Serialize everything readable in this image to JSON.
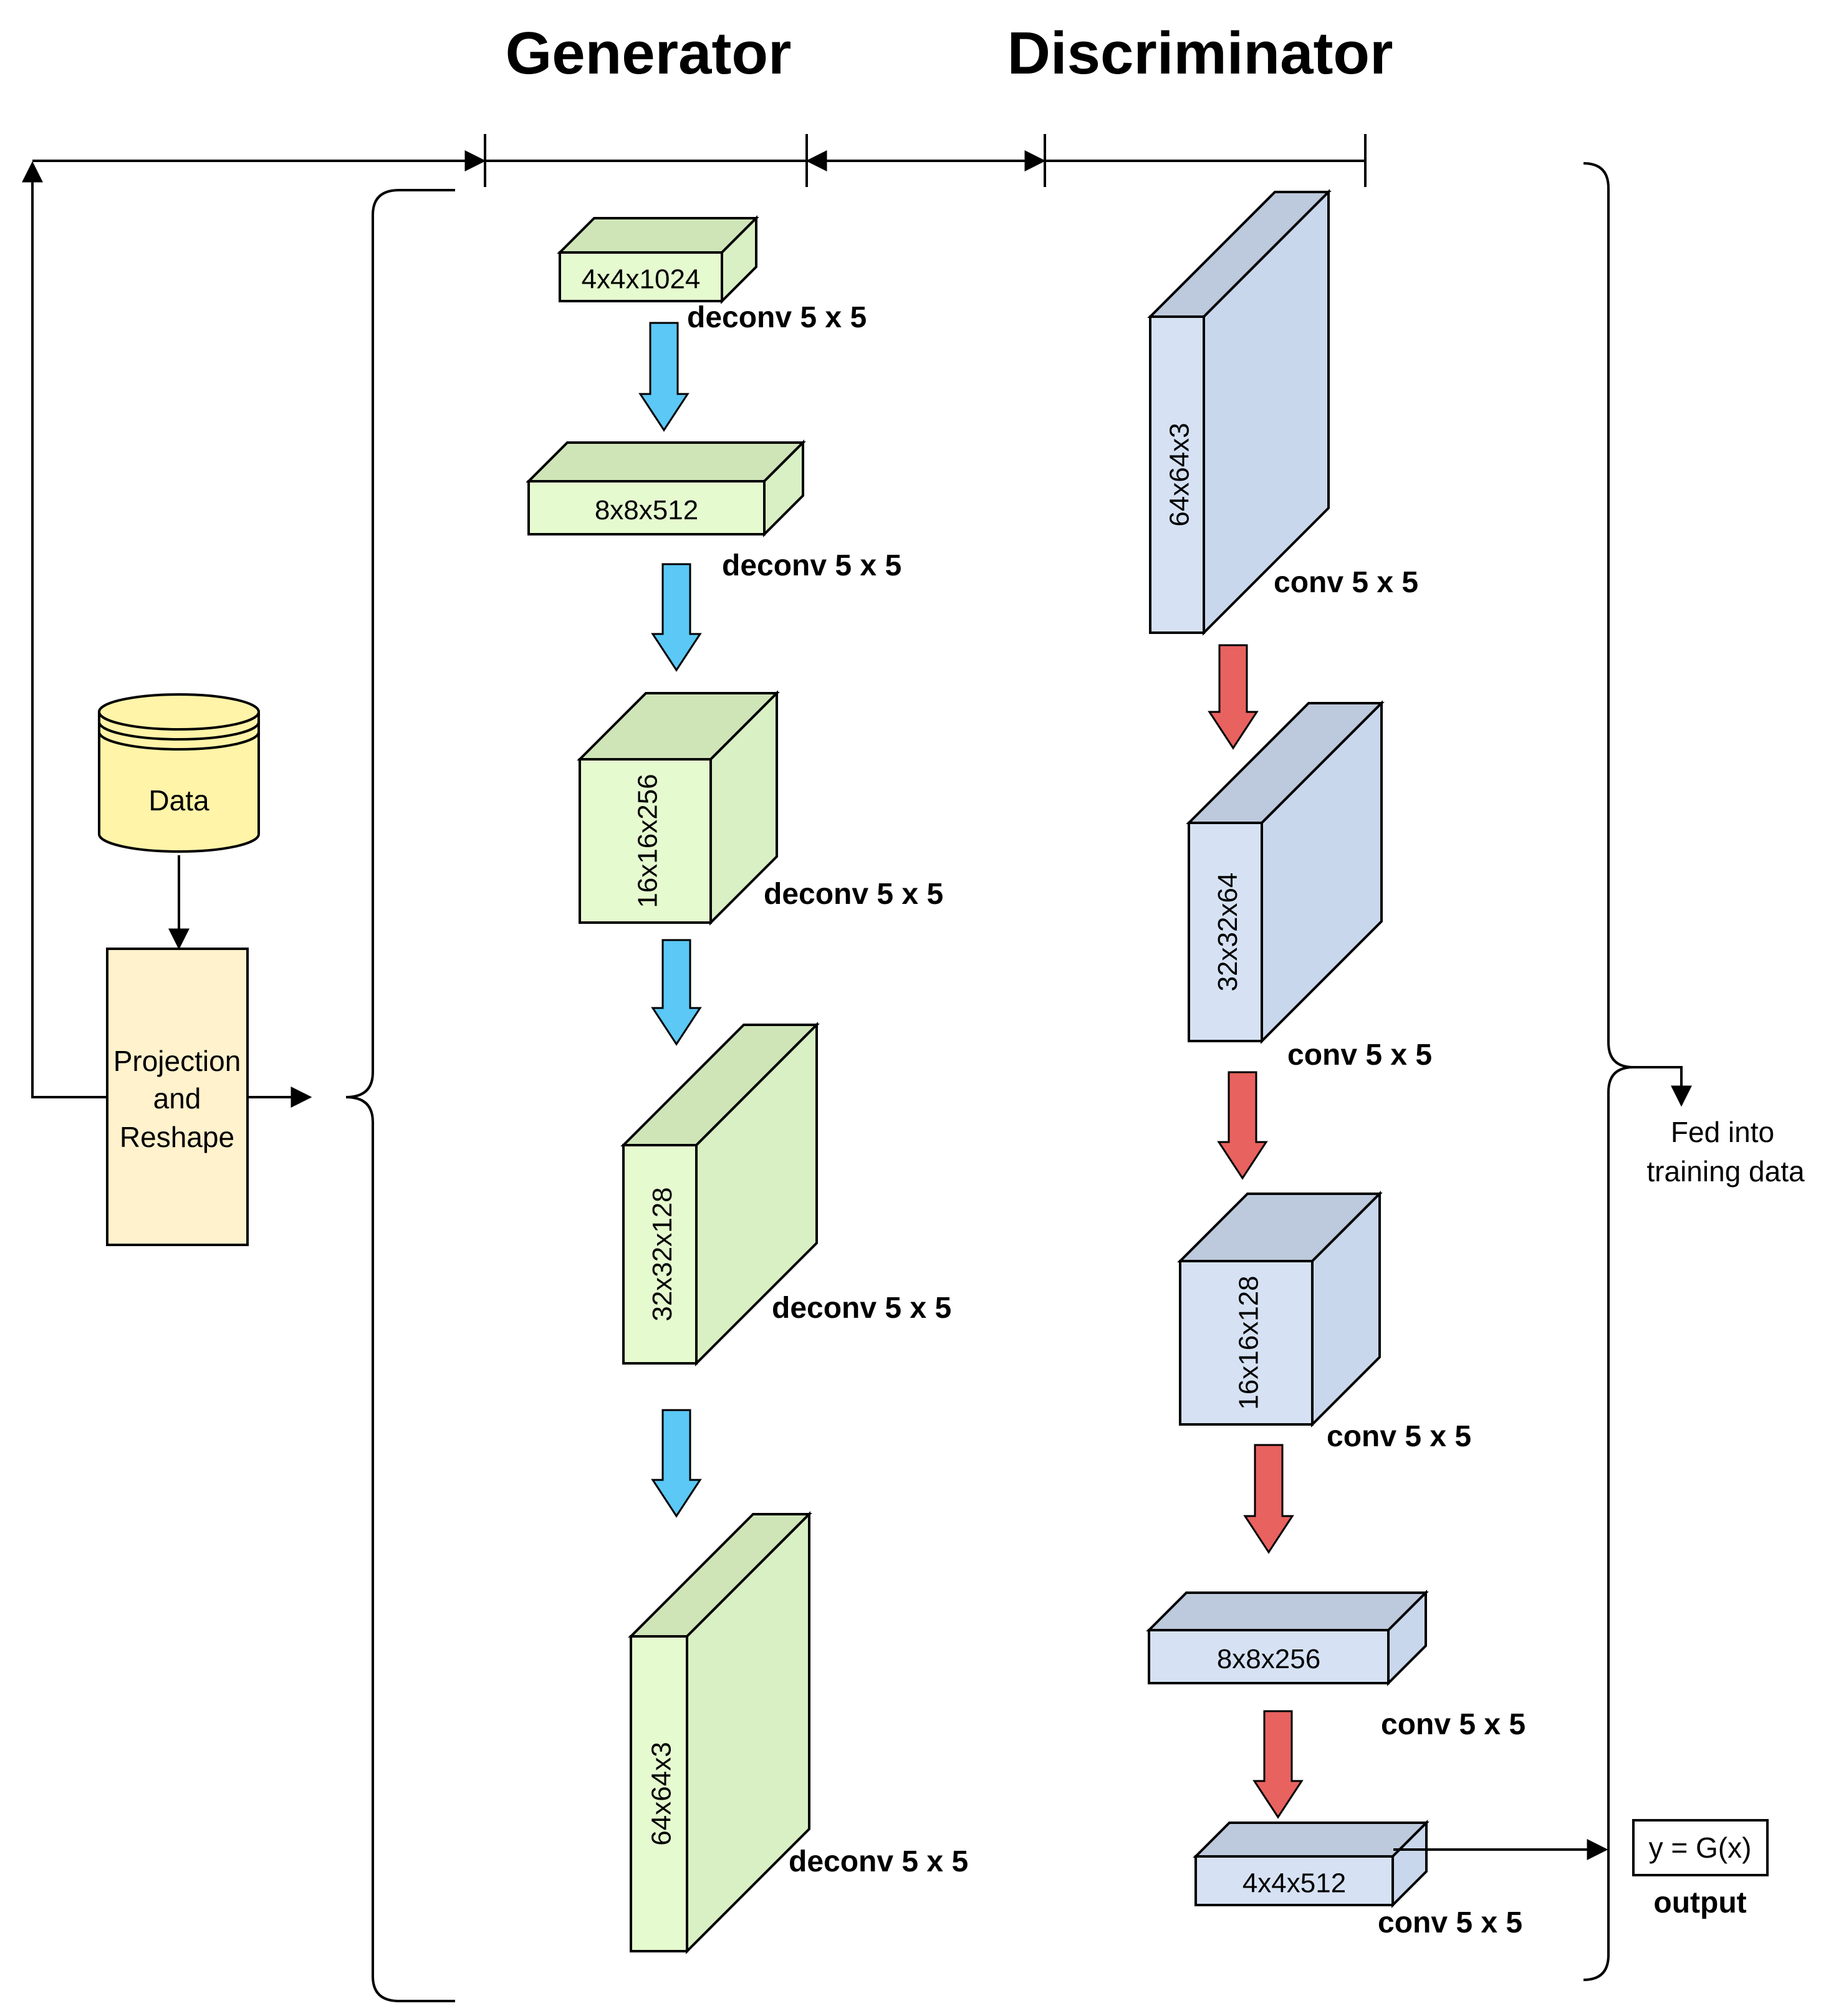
{
  "titles": {
    "generator": "Generator",
    "discriminator": "Discriminator"
  },
  "data_node": {
    "label": "Data"
  },
  "projection_node": {
    "lines": [
      "Projection",
      "and",
      "Reshape"
    ]
  },
  "generator_layers": [
    {
      "dim": "4x4x1024",
      "op": "deconv 5 x 5"
    },
    {
      "dim": "8x8x512",
      "op": "deconv 5 x 5"
    },
    {
      "dim": "16x16x256",
      "op": "deconv 5 x 5"
    },
    {
      "dim": "32x32x128",
      "op": "deconv 5 x 5"
    },
    {
      "dim": "64x64x3",
      "op": "deconv 5 x 5"
    }
  ],
  "discriminator_layers": [
    {
      "dim": "64x64x3",
      "op": "conv 5 x 5"
    },
    {
      "dim": "32x32x64",
      "op": "conv 5 x 5"
    },
    {
      "dim": "16x16x128",
      "op": "conv 5 x 5"
    },
    {
      "dim": "8x8x256",
      "op": "conv 5 x 5"
    },
    {
      "dim": "4x4x512",
      "op": "conv 5 x 5"
    }
  ],
  "fed_into": {
    "lines": [
      "Fed into",
      "training data"
    ]
  },
  "output": {
    "formula": "y = G(x)",
    "label": "output"
  },
  "colors": {
    "gen_front": "#e6fad0",
    "gen_top": "#cfe5b8",
    "gen_side": "#d9f0c4",
    "disc_front": "#d6e2f4",
    "disc_top": "#bdc9dc",
    "disc_side": "#c9d7ec",
    "gen_arrow": "#5bc8f5",
    "disc_arrow": "#e8625f",
    "data_fill": "#fff4a8",
    "proj_fill": "#fff2cc"
  }
}
